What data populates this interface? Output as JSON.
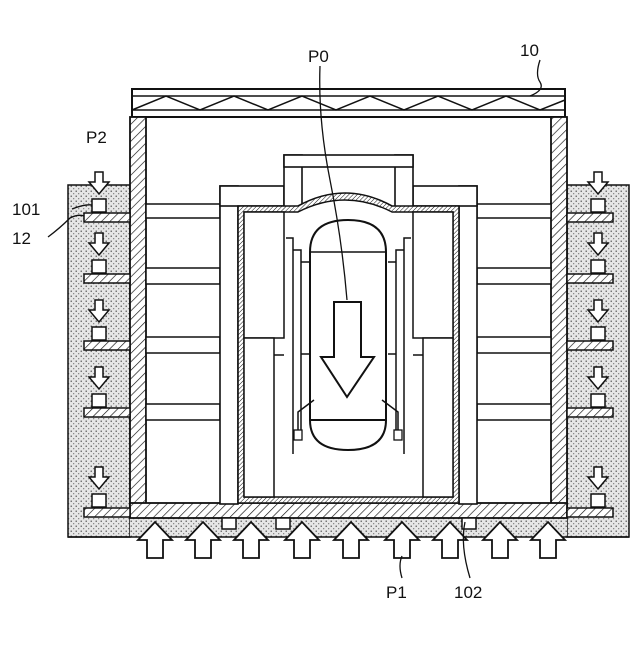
{
  "labels": {
    "p0": "P0",
    "p1": "P1",
    "p2": "P2",
    "ref_10": "10",
    "ref_12": "12",
    "ref_101": "101",
    "ref_102": "102"
  },
  "colors": {
    "line": "#111111",
    "background": "#ffffff",
    "soil_fill": "#dcdcdc"
  }
}
